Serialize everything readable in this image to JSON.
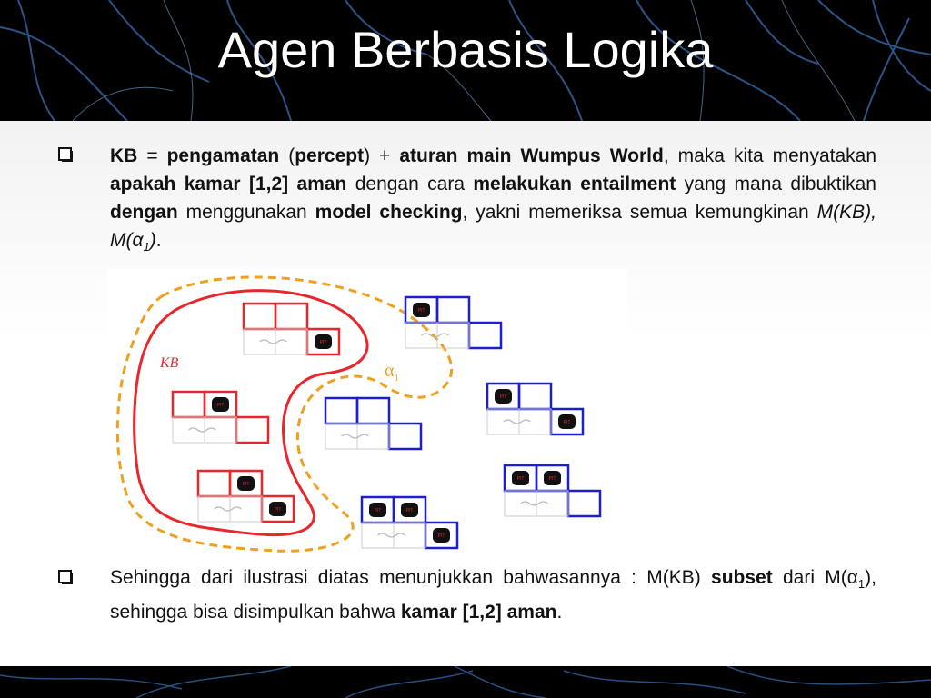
{
  "slide": {
    "title": "Agen Berbasis Logika"
  },
  "bullet1": {
    "kb": "KB",
    "eq": " = ",
    "pengamatan": "pengamatan",
    "paren_open": " (",
    "percept": "percept",
    "paren_close_plus": ") + ",
    "aturan": "aturan main Wumpus World",
    "maka": ", maka kita menyatakan ",
    "apakah": "apakah kamar [1,2] aman",
    "dengan_cara": " dengan cara ",
    "melakukan": "melakukan entailment",
    "yang_mana": " yang mana dibuktikan ",
    "dengan": "dengan",
    "menggunakan": " menggunakan ",
    "model": "model checking",
    "yakni": ", yakni memeriksa semua kemungkinan ",
    "models": "M(KB), M(α",
    "sub": "1",
    "close": ")",
    "period": "."
  },
  "bullet2": {
    "sehingga": "Sehingga dari ilustrasi diatas menunjukkan bahwasannya : M(KB) ",
    "subset": "subset",
    "dari": " dari M(α",
    "sub": "1",
    "rest": "), sehingga bisa disimpulkan bahwa ",
    "kamar": "kamar [1,2] aman",
    "period": "."
  },
  "figure": {
    "kb_label": "KB",
    "alpha_label": "α",
    "alpha_sub": "1",
    "pit_label": "PIT",
    "colors": {
      "kb": "#e8262b",
      "alpha": "#f0a020",
      "model": "#1c1fd0"
    }
  }
}
